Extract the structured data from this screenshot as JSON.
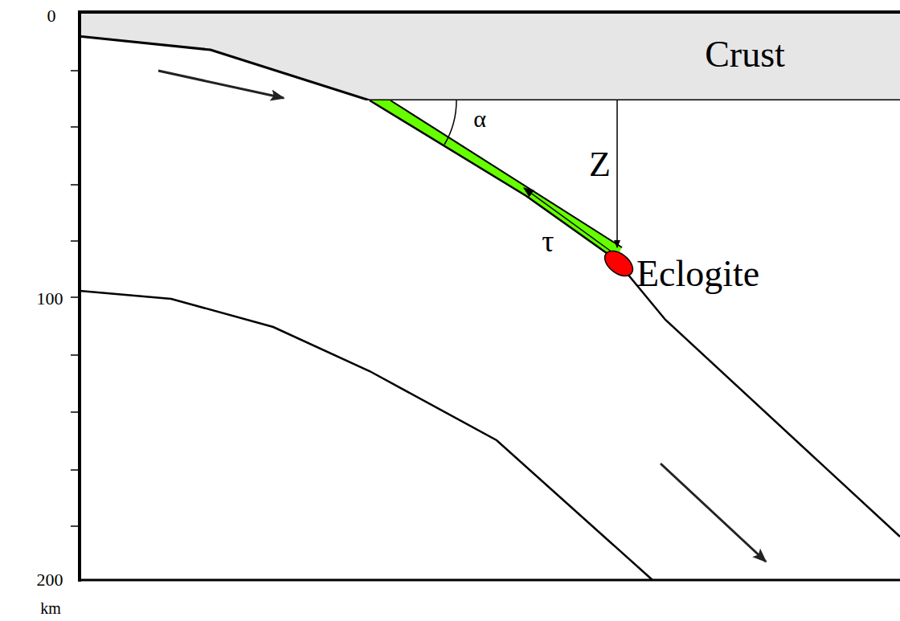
{
  "diagram": {
    "nodes": [
      {
        "text": [
          "Crust"
        ]
      },
      {
        "text": [
          "Eclogite"
        ]
      }
    ],
    "edges": [
      {
        "from": 0,
        "to": 1,
        "arrow": "to",
        "label": "Z"
      }
    ],
    "labels": [
      "0",
      "100",
      "200",
      "km",
      "α",
      "τ"
    ]
  }
}
